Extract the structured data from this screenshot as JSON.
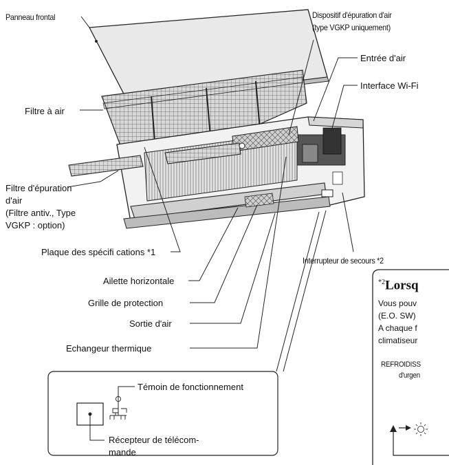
{
  "labels": {
    "front_panel": "Panneau frontal",
    "air_purifier_device_line1": "Dispositif d'épuration d'air",
    "air_purifier_device_line2": "(type VGKP uniquement)",
    "air_inlet": "Entrée d'air",
    "wifi_interface": "Interface Wi-Fi",
    "air_filter": "Filtre à air",
    "purification_filter_line1": "Filtre d'épuration",
    "purification_filter_line2": "d'air",
    "purification_filter_line3": "(Filtre antiv., Type",
    "purification_filter_line4": "VGKP : option)",
    "spec_plate": "Plaque des spécifi cations *1",
    "horizontal_flap": "Ailette horizontale",
    "protection_grille": "Grille de protection",
    "air_outlet": "Sortie d'air",
    "heat_exchanger": "Echangeur thermique",
    "emergency_switch": "Interrupteur de secours *2",
    "operation_indicator": "Témoin de fonctionnement",
    "remote_receiver_line1": "Récepteur de télécom-",
    "remote_receiver_line2": "mande"
  },
  "side_note": {
    "superscript": "*2",
    "heading": "Lorsq",
    "line1": "Vous pouv",
    "line2": "(E.O. SW) ",
    "line3": "A chaque f",
    "line4": "climatiseur",
    "mode_line1": "REFROIDISS",
    "mode_line2": "d'urgen"
  },
  "icons": [
    "power-icon",
    "indicator-lamp-icon",
    "sun-icon"
  ]
}
